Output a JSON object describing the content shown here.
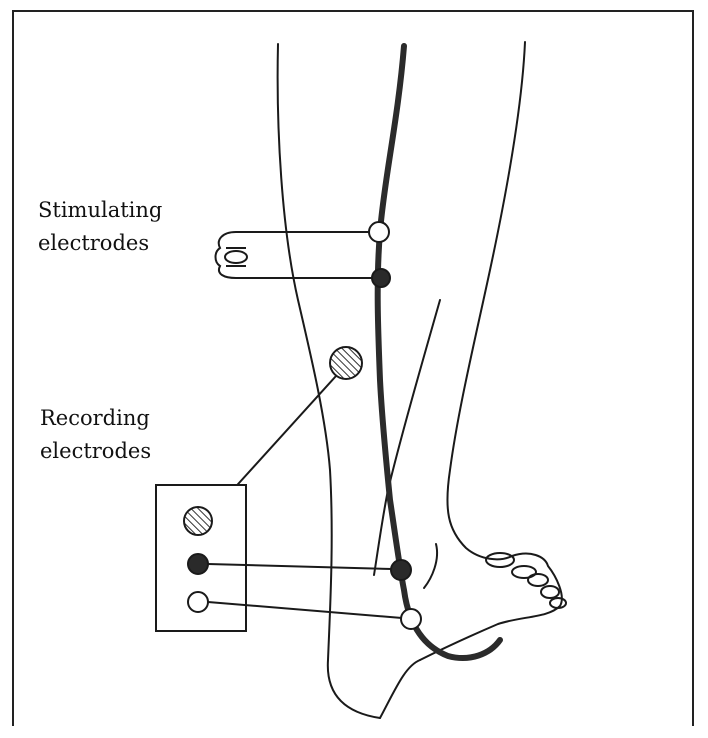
{
  "labels": {
    "stimulating": [
      "Stimulating",
      "electrodes"
    ],
    "recording": [
      "Recording",
      "electrodes"
    ]
  },
  "colors": {
    "ink": "#1a1a1a",
    "nerve": "#2b2b2b",
    "active_electrode": "#2a2a2a",
    "reference_electrode": "#ffffff",
    "ground_hatch": "#333333"
  }
}
